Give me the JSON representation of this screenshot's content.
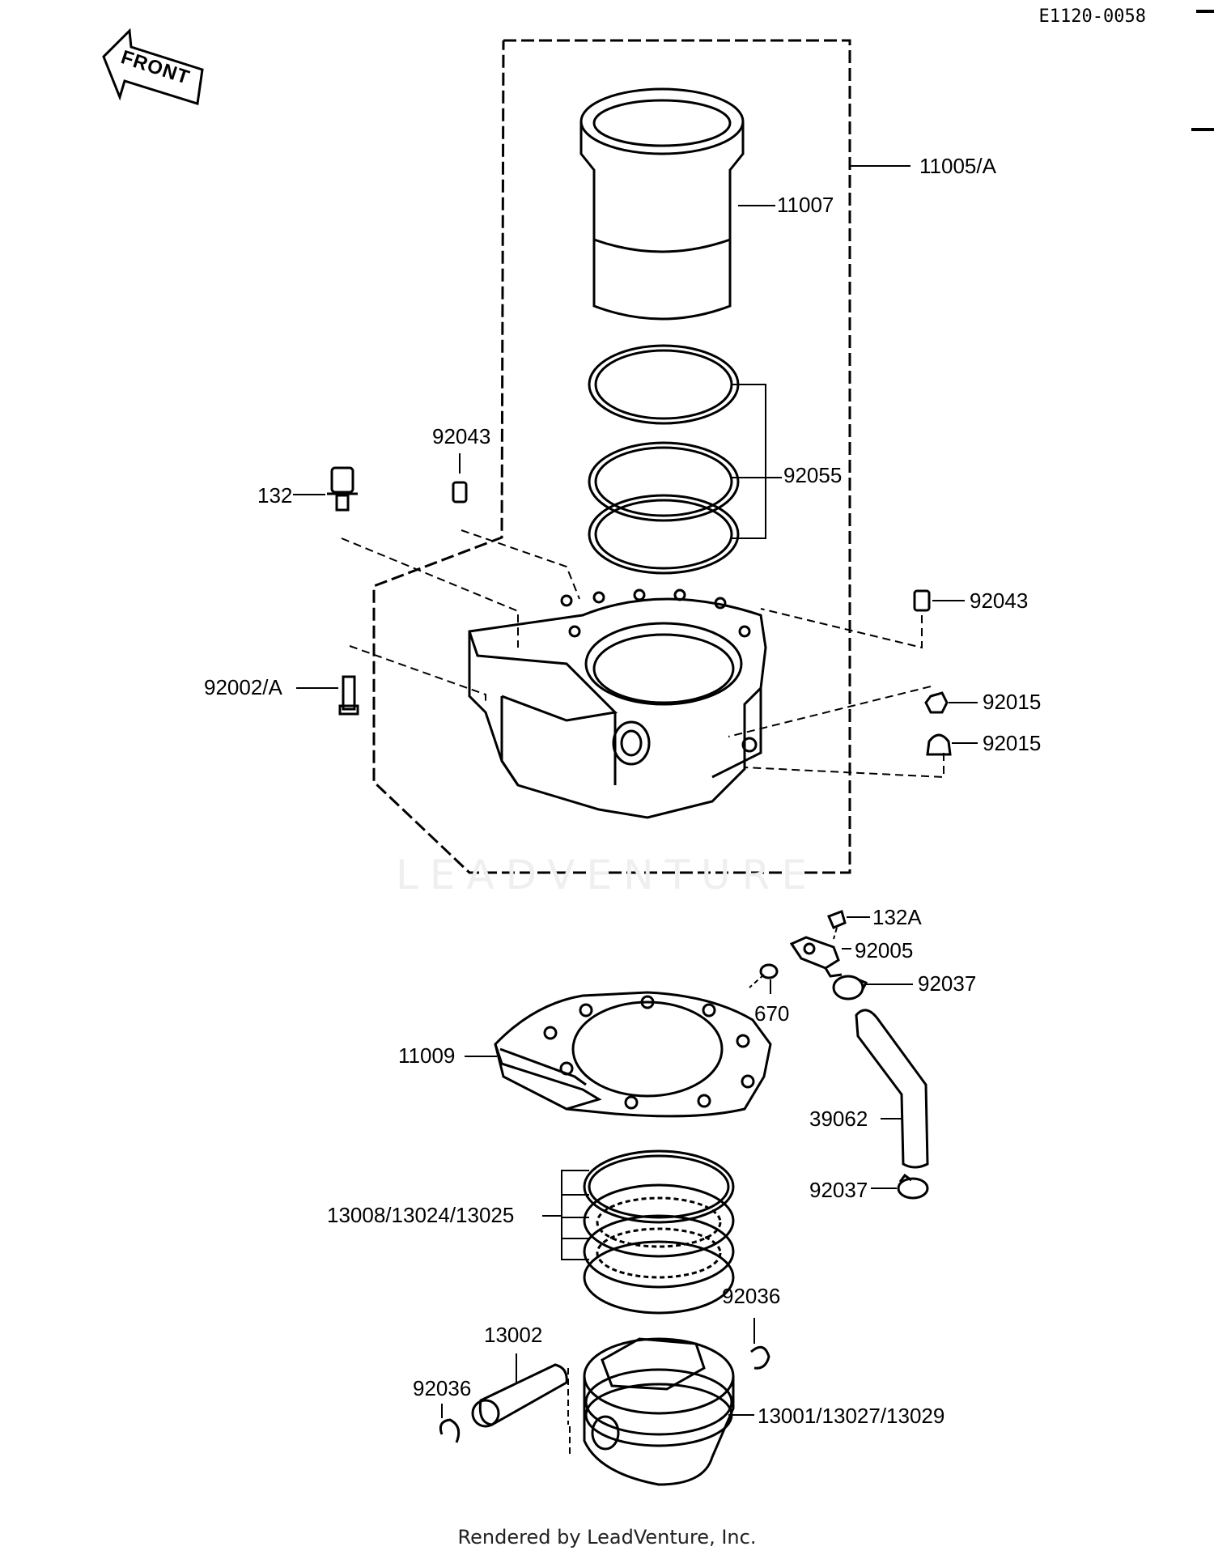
{
  "diagram_code": "E1120-0058",
  "front_label": "FRONT",
  "watermark_text": "LEADVENTURE",
  "footer": "Rendered by LeadVenture, Inc.",
  "callouts": {
    "c_11005A": "11005/A",
    "c_11007": "11007",
    "c_92043_a": "92043",
    "c_92055": "92055",
    "c_132": "132",
    "c_92043_b": "92043",
    "c_92002A": "92002/A",
    "c_92015_a": "92015",
    "c_92015_b": "92015",
    "c_132A": "132A",
    "c_92005": "92005",
    "c_92037_a": "92037",
    "c_670": "670",
    "c_11009": "11009",
    "c_39062": "39062",
    "c_92037_b": "92037",
    "c_13008": "13008/13024/13025",
    "c_92036_a": "92036",
    "c_13002": "13002",
    "c_92036_b": "92036",
    "c_13001": "13001/13027/13029"
  },
  "colors": {
    "line": "#000000",
    "watermark": "#efefef"
  }
}
